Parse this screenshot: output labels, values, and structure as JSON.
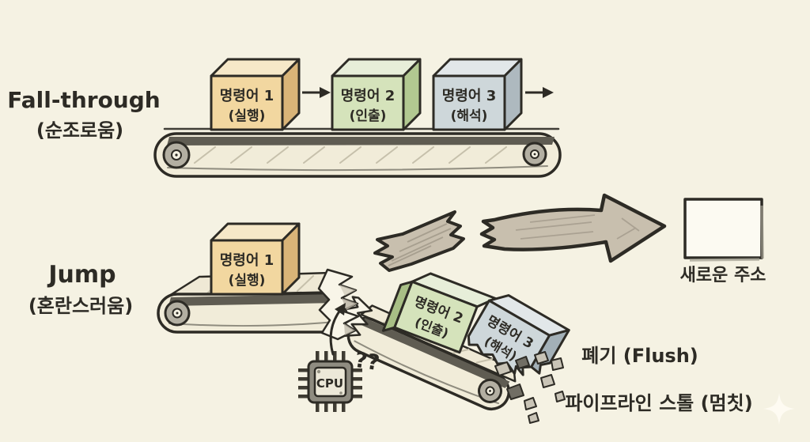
{
  "colors": {
    "background": "#f5f2e3",
    "ink": "#2d2b25",
    "belt_fill": "#f1ecd9",
    "belt_band": "#5f5c52",
    "roller_fill": "#b3afa2",
    "box1_front": "#f2d7a0",
    "box1_top": "#f6e8c8",
    "box1_side": "#d9b478",
    "box2_front": "#d5e3bb",
    "box2_top": "#e7eed9",
    "box2_side": "#b2c891",
    "box3_front": "#ced7da",
    "box3_top": "#e2e7e9",
    "box3_side": "#aeb9bf",
    "arrow_fill": "#c8bfae",
    "torn_paper": "#f8f5e8",
    "debris_light": "#c9c4b6",
    "debris_dark": "#716e64",
    "cpu_body": "#8f8c81",
    "cpu_inner": "#ece8d8",
    "new_address_fill": "#fcfaf2"
  },
  "fall_through": {
    "title": "Fall-through",
    "subtitle": "(순조로움)",
    "boxes": [
      {
        "name": "명령어 1",
        "stage": "(실행)"
      },
      {
        "name": "명령어 2",
        "stage": "(인출)"
      },
      {
        "name": "명령어 3",
        "stage": "(해석)"
      }
    ]
  },
  "jump": {
    "title": "Jump",
    "subtitle": "(혼란스러움)",
    "boxes": [
      {
        "name": "명령어 1",
        "stage": "(실행)"
      },
      {
        "name": "명령어 2",
        "stage": "(인출)"
      },
      {
        "name": "명령어 3",
        "stage": "(해석)"
      }
    ],
    "cpu_label": "CPU",
    "question_marks": "??",
    "new_address_label": "새로운 주소",
    "flush_label": "폐기 (Flush)",
    "stall_label": "파이프라인 스톨 (멈칫)"
  }
}
